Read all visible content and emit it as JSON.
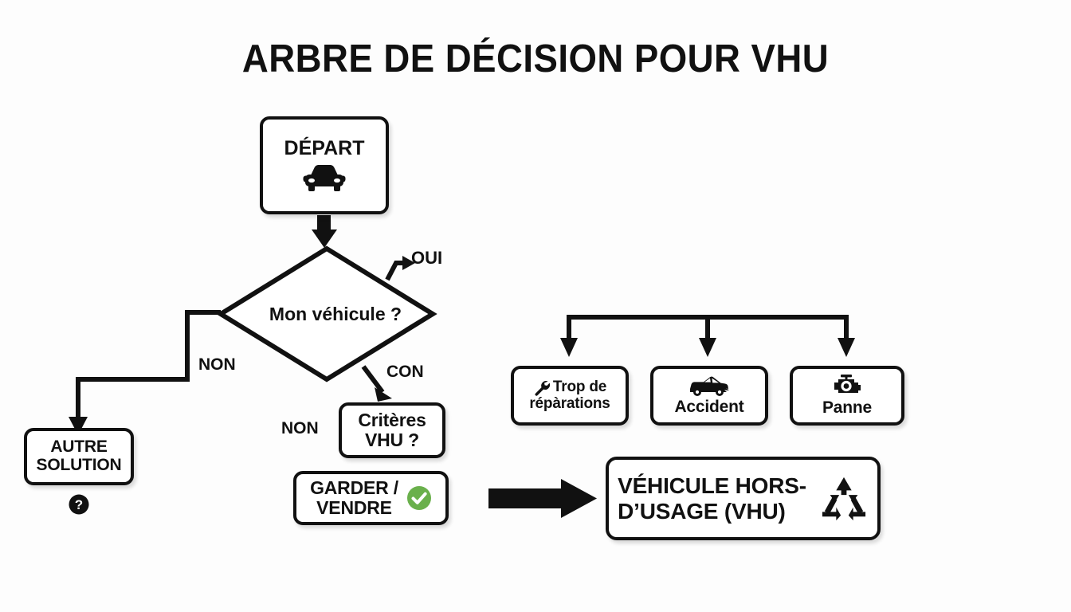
{
  "title": "ARBRE DE DÉCISION POUR VHU",
  "colors": {
    "line": "#111111",
    "background": "#fdfdfd",
    "check_green": "#6ab04c",
    "node_fill": "#ffffff"
  },
  "nodes": {
    "depart": {
      "label": "DÉPART",
      "icon": "car-front-icon"
    },
    "decision": {
      "label": "Mon véhicule ?",
      "shape": "diamond"
    },
    "autre_solution": {
      "line1": "AUTRE",
      "line2": "SOLUTION",
      "icon": "question-circle-icon"
    },
    "criteres": {
      "line1": "Critères",
      "line2": "VHU ?"
    },
    "garder_vendre": {
      "line1": "GARDER /",
      "line2": "VENDRE",
      "icon": "check-circle-green-icon"
    },
    "reparations": {
      "line1": "Trop de",
      "line2": "répàrations",
      "icon": "wrench-icon"
    },
    "accident": {
      "label": "Accident",
      "icon": "crashed-car-icon"
    },
    "panne": {
      "label": "Panne",
      "icon": "engine-icon"
    },
    "vhu": {
      "line1": "VÉHICULE HORS-",
      "line2": "D’USAGE (VHU)",
      "icon": "recycle-icon"
    }
  },
  "edge_labels": {
    "oui": "OUI",
    "non_left": "NON",
    "con": "CON",
    "non_criteres": "NON"
  }
}
